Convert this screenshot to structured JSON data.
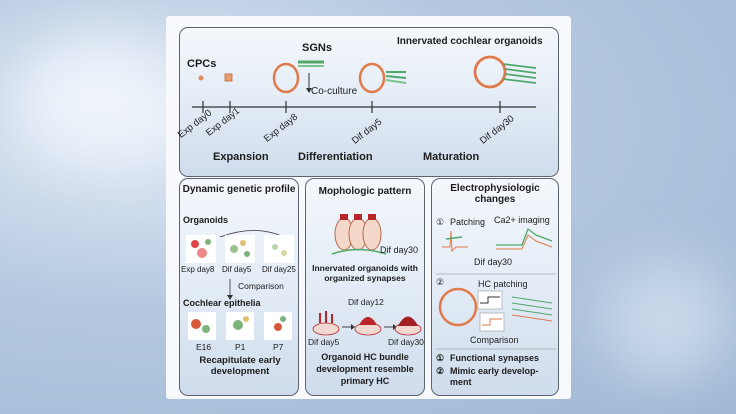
{
  "timeline": {
    "labels": {
      "cpcs": "CPCs",
      "sgns": "SGNs",
      "innervated": "Innervated cochlear organoids",
      "coculture": "Co-culture"
    },
    "ticks": [
      "Exp day0",
      "Exp day1",
      "Exp day8",
      "Dif day5",
      "Dif day30"
    ],
    "stages": [
      "Expansion",
      "Differentiation",
      "Maturation"
    ]
  },
  "panel_genetic": {
    "title": "Dynamic genetic profile",
    "organoids_label": "Organoids",
    "organoid_days": [
      "Exp day8",
      "Dif day5",
      "Dif day25"
    ],
    "comparison": "Comparison",
    "cochlear_label": "Cochlear epithelia",
    "cochlear_stages": [
      "E16",
      "P1",
      "P7"
    ],
    "conclusion": "Recapitulate early development"
  },
  "panel_morpho": {
    "title": "Mophologic pattern",
    "day30": "Dif day30",
    "caption": "Innervated organoids with organized synapses",
    "day12": "Dif day12",
    "day5": "Dif day5",
    "day30b": "Dif day30",
    "conclusion": "Organoid HC bundle development resemble primary HC"
  },
  "panel_electro": {
    "title": "Electrophysiologic changes",
    "num1": "①",
    "num2": "②",
    "patching": "Patching",
    "ca_imaging": "Ca2+ imaging",
    "day30": "Dif day30",
    "hc_patching": "HC patching",
    "comparison": "Comparison",
    "conclusion1": "Functional synapses",
    "conclusion2": "Mimic early develop-ment"
  },
  "colors": {
    "organoid": "#e07a4a",
    "neuron": "#4fa86a",
    "red_cell": "#b8262a",
    "arrow": "#4a4a4a"
  }
}
